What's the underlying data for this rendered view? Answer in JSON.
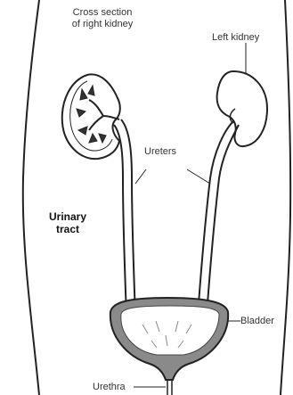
{
  "labels": {
    "right_kidney_line1": "Cross section",
    "right_kidney_line2": "of right kidney",
    "left_kidney": "Left kidney",
    "ureters": "Ureters",
    "urinary_line1": "Urinary",
    "urinary_line2": "tract",
    "bladder": "Bladder",
    "urethra": "Urethra"
  },
  "colors": {
    "stroke": "#222222",
    "bladder_wall": "#8a8a8a",
    "fill": "#ffffff"
  }
}
